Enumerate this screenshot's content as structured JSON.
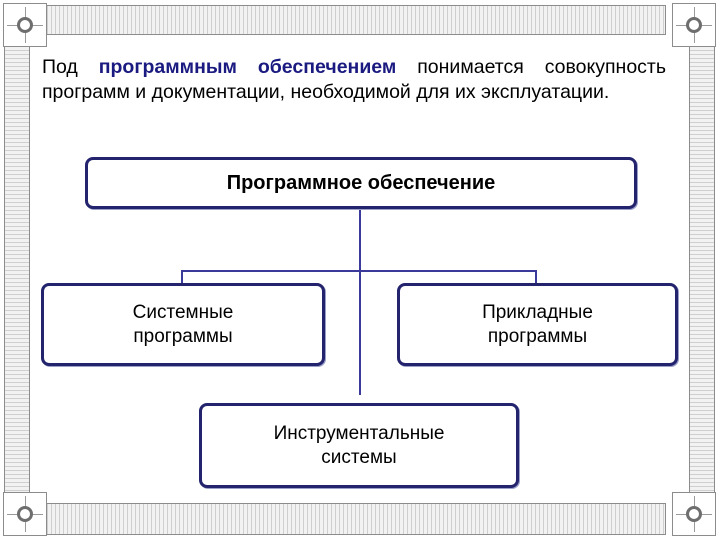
{
  "intro": {
    "lead": "Под",
    "term_1": "программным",
    "term_2": "обеспечением",
    "rest": "понимается совокупность программ и документации, необходимой для их эксплуатации."
  },
  "diagram": {
    "root": "Программное обеспечение",
    "children": [
      {
        "line1": "Системные",
        "line2": "программы"
      },
      {
        "line1": "Прикладные",
        "line2": "программы"
      },
      {
        "line1": "Инструментальные",
        "line2": "системы"
      }
    ]
  },
  "colors": {
    "box_border": "#23236e",
    "highlight_text": "#1a1a80",
    "connector": "#3a3a9a"
  }
}
